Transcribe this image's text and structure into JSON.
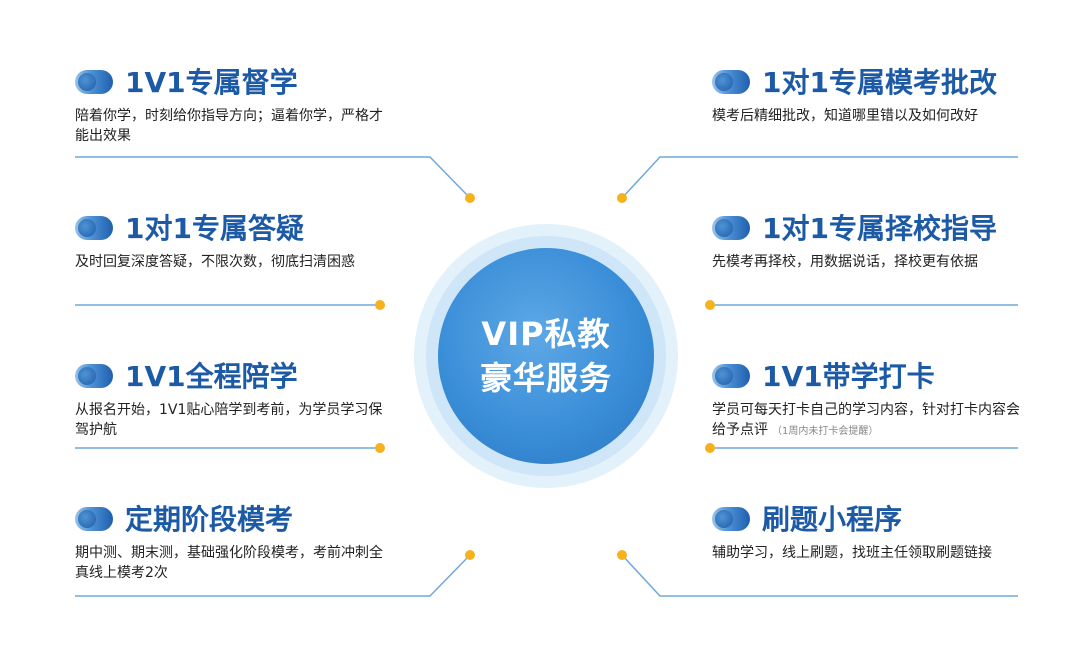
{
  "center": {
    "line1": "VIP私教",
    "line2": "豪华服务"
  },
  "left_items": [
    {
      "title": "1V1专属督学",
      "desc": "陪着你学，时刻给你指导方向；逼着你学，严格才能出效果",
      "note": ""
    },
    {
      "title": "1对1专属答疑",
      "desc": "及时回复深度答疑，不限次数，彻底扫清困惑",
      "note": ""
    },
    {
      "title": "1V1全程陪学",
      "desc": "从报名开始，1V1贴心陪学到考前，为学员学习保驾护航",
      "note": ""
    },
    {
      "title": "定期阶段模考",
      "desc": "期中测、期末测，基础强化阶段模考，考前冲刺全真线上模考2次",
      "note": ""
    }
  ],
  "right_items": [
    {
      "title": "1对1专属模考批改",
      "desc": "模考后精细批改，知道哪里错以及如何改好",
      "note": ""
    },
    {
      "title": "1对1专属择校指导",
      "desc": "先模考再择校，用数据说话，择校更有依据",
      "note": ""
    },
    {
      "title": "1V1带学打卡",
      "desc": "学员可每天打卡自己的学习内容，针对打卡内容会给予点评",
      "note": "（1周内未打卡会提醒）"
    },
    {
      "title": "刷题小程序",
      "desc": "辅助学习，线上刷题，找班主任领取刷题链接",
      "note": ""
    }
  ],
  "colors": {
    "title_blue": "#1d5aa6",
    "line_blue": "#6fa8dc",
    "dot_orange": "#f5b21e",
    "center_blue": "#3a8ed8"
  }
}
